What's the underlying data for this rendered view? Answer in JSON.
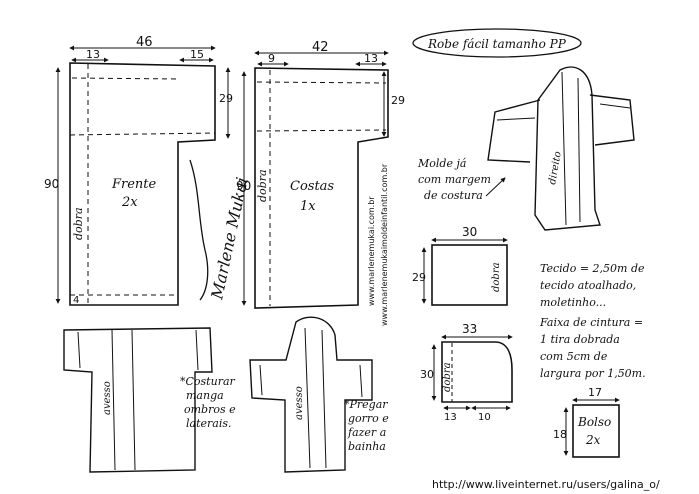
{
  "title": "Robe fácil tamanho PP",
  "notes": {
    "seam": [
      "Molde já",
      "com margem",
      "de costura"
    ],
    "fabric": [
      "Tecido = 2,50m de",
      "tecido atoalhado,",
      "moletinho..."
    ],
    "belt": [
      "Faixa de cintura =",
      "1 tira dobrada",
      "com 5cm de",
      "largura por 1,50m."
    ],
    "sew1": [
      "*Costurar",
      "manga",
      "ombros e",
      "laterais."
    ],
    "sew2": [
      "*Pregar",
      "gorro e",
      "fazer a",
      "bainha"
    ]
  },
  "pieces": {
    "front": {
      "name": "Frente",
      "qty": "2x",
      "fold": "dobra",
      "width": "46",
      "shoulder": "13",
      "sleeve_end": "15",
      "sleeve_h": "29",
      "length": "90",
      "hem": "4"
    },
    "back": {
      "name": "Costas",
      "qty": "1x",
      "fold": "dobra",
      "width": "42",
      "shoulder": "9",
      "sleeve_end": "13",
      "sleeve_h": "29",
      "length": "90"
    },
    "cuff": {
      "fold": "dobra",
      "width": "30",
      "height": "29"
    },
    "hood": {
      "fold": "dobra",
      "width": "33",
      "height": "30",
      "bottom": "13",
      "edge": "10"
    },
    "pocket": {
      "name": "Bolso",
      "qty": "2x",
      "width": "17",
      "height": "18"
    }
  },
  "sketch_labels": {
    "direito": "direito",
    "avesso": "avesso"
  },
  "signature_text": "Marlene Mukai",
  "website": "www.marlenemukai.com.br",
  "website2": "www.marlenemukaimoldeinfantil.com.br",
  "footer_url": "http://www.liveinternet.ru/users/galina_o/"
}
